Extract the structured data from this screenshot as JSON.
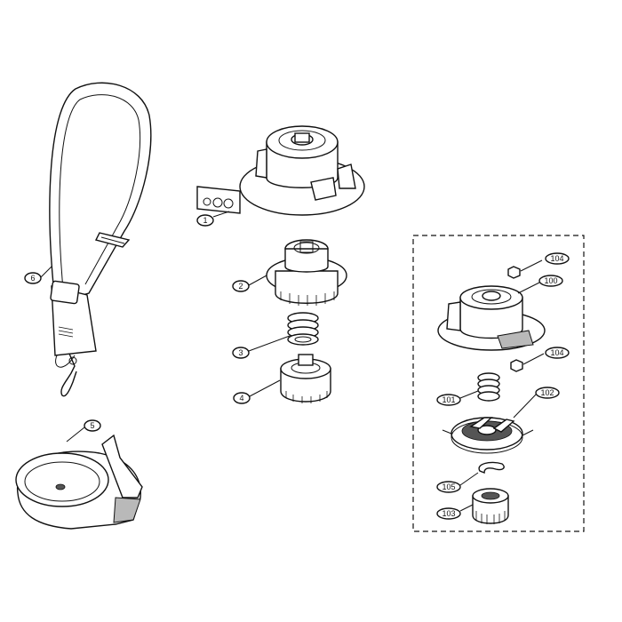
{
  "labels": {
    "p1": "1",
    "p2": "2",
    "p3": "3",
    "p4": "4",
    "p5": "5",
    "p6": "6",
    "p100": "100",
    "p101": "101",
    "p102": "102",
    "p103": "103",
    "p104a": "104",
    "p104b": "104",
    "p105": "105"
  },
  "colors": {
    "line": "#111111",
    "shade": "#b9b9b9",
    "background": "#ffffff"
  }
}
